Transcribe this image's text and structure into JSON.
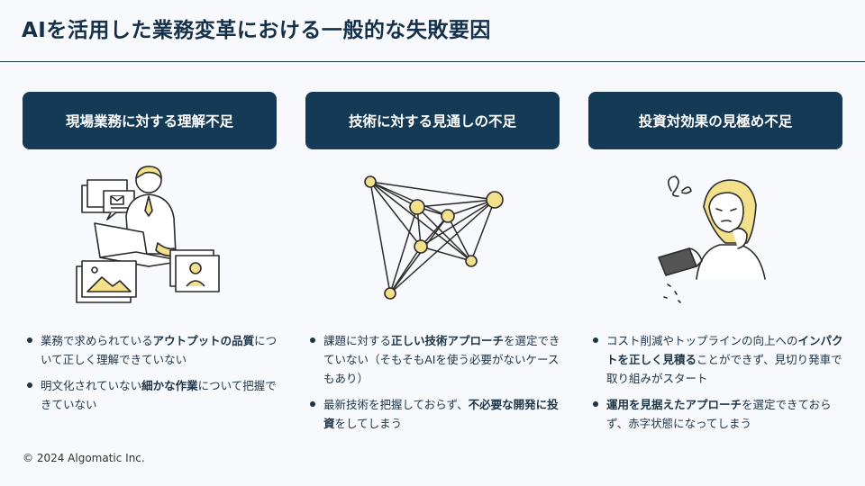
{
  "title": "AIを活用した業務変革における一般的な失敗要因",
  "columns": [
    {
      "heading": "現場業務に対する理解不足",
      "bullets": [
        {
          "p1": "業務で求められている",
          "b1": "アウトプットの品質",
          "p2": "について正しく理解できていない"
        },
        {
          "p1": "明文化されていない",
          "b1": "細かな作業",
          "p2": "について把握できていない"
        }
      ]
    },
    {
      "heading": "技術に対する見通しの不足",
      "bullets": [
        {
          "p1": "課題に対する",
          "b1": "正しい技術アプローチ",
          "p2": "を選定できていない（そもそもAIを使う必要がないケースもあり）"
        },
        {
          "p1": "最新技術を把握しておらず、",
          "b1": "不必要な開発に投資",
          "p2": "をしてしまう"
        }
      ]
    },
    {
      "heading": "投資対効果の見極め不足",
      "bullets": [
        {
          "p1": "コスト削減やトップラインの向上への",
          "b1": "インパクトを正しく見積る",
          "p2": "ことができず、見切り発車で取り組みがスタート"
        },
        {
          "p1": "",
          "b1": "運用を見据えたアプローチ",
          "p2": "を選定できておらず、赤字状態になってしまう"
        }
      ]
    }
  ],
  "footer": {
    "copyright": "© 2024 Algomatic Inc."
  },
  "colors": {
    "navy": "#143a55",
    "accent_yellow": "#f3e08a",
    "text": "#1e3447"
  }
}
